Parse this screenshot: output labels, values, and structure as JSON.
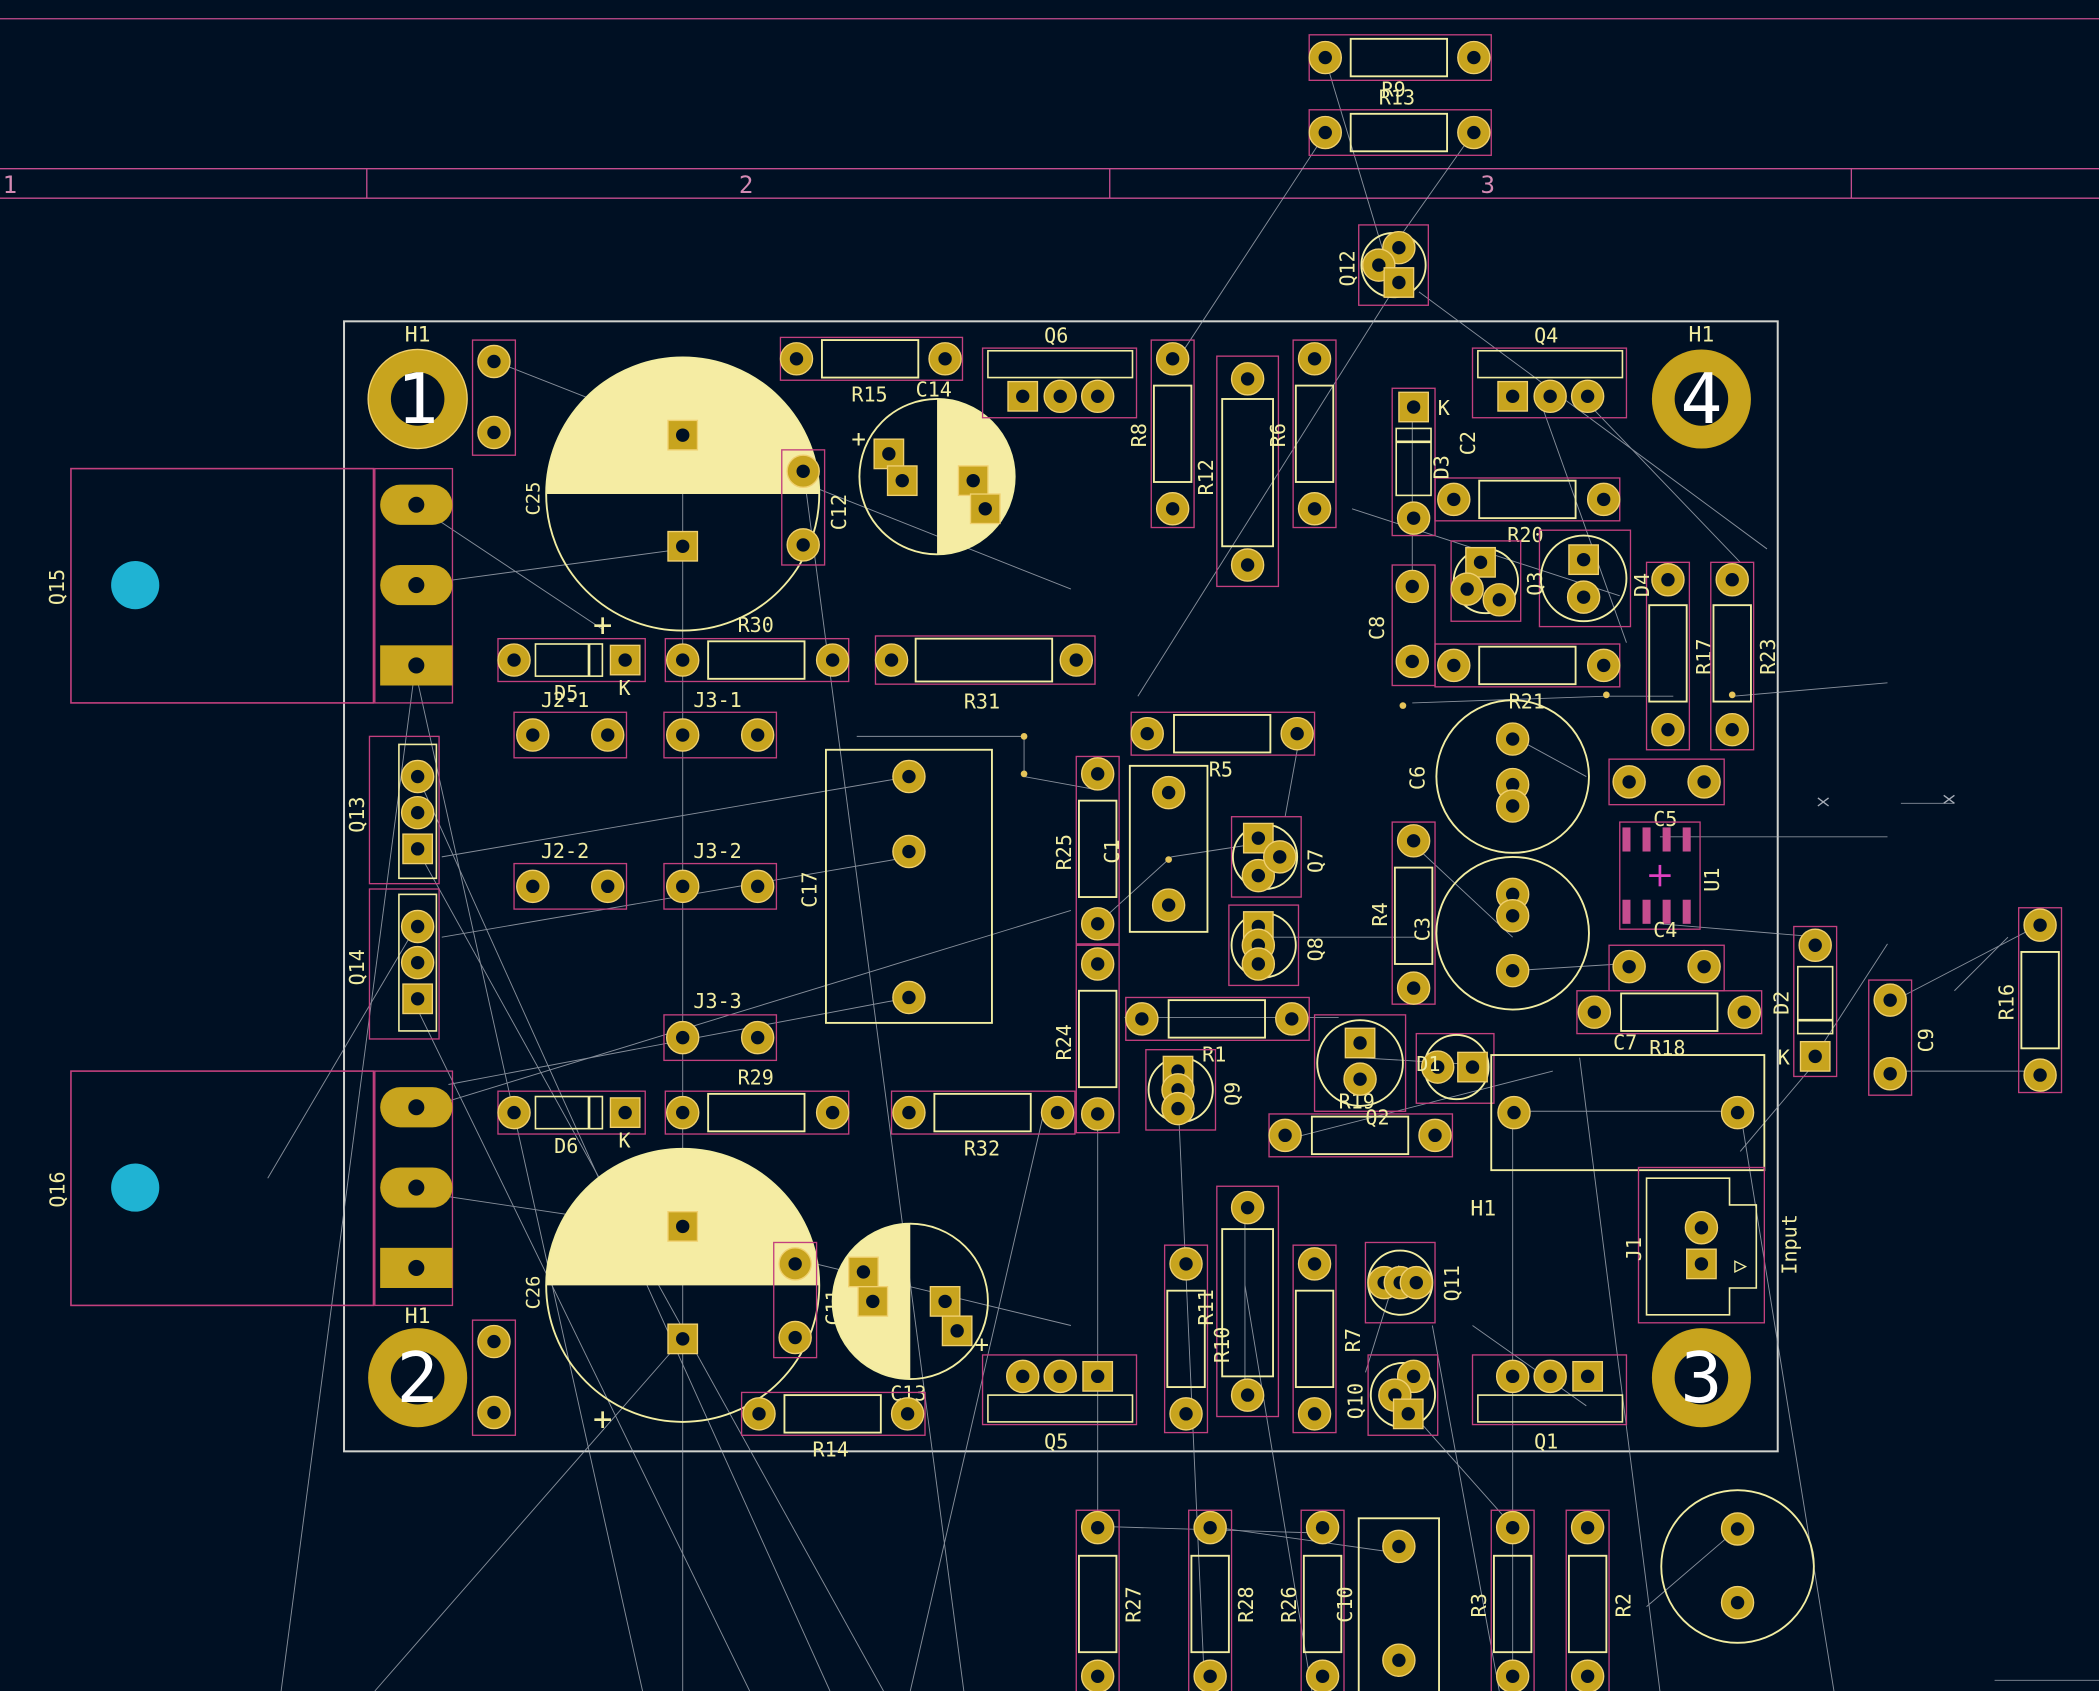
{
  "colors": {
    "background": "#001023",
    "silkscreen": "#f2eda1",
    "courtyard": "#c2407e",
    "board_edge": "#d0d2cd",
    "pad": "#c8a41e",
    "pad_ring": "#f0d070",
    "ratsnest": "#a8aeb8",
    "sheet_frame": "#c54d8f",
    "sheet_text": "#d48ab3",
    "marker": "#1fb3d3",
    "cap_fill": "#f5eca3"
  },
  "sheet_zones": [
    "1",
    "2",
    "3"
  ],
  "mounting_holes": [
    {
      "ref": "H1",
      "num": "1"
    },
    {
      "ref": "H1",
      "num": "2"
    },
    {
      "ref": "H1",
      "num": "3"
    },
    {
      "ref": "H1",
      "num": "4"
    }
  ],
  "labels": {
    "R9": "R9",
    "R13": "R13",
    "Q12": "Q12",
    "Q6": "Q6",
    "Q4": "Q4",
    "R15": "R15",
    "C14": "C14",
    "R8": "R8",
    "R12": "R12",
    "R6": "R6",
    "D3": "D3",
    "C2": "C2",
    "K_d3": "K",
    "R20": "R20",
    "Q3": "Q3",
    "D4": "D4",
    "C25": "C25",
    "C12": "C12",
    "Q15": "Q15",
    "R30": "R30",
    "D5": "D5",
    "K_d5": "K",
    "R31": "R31",
    "C8": "C8",
    "R21": "R21",
    "R17": "R17",
    "R23": "R23",
    "J2_1": "J2-1",
    "J3_1": "J3-1",
    "R5": "R5",
    "C6": "C6",
    "C5": "C5",
    "Q13": "Q13",
    "C17": "C17",
    "R25": "R25",
    "C1": "C1",
    "Q7": "Q7",
    "J2_2": "J2-2",
    "J3_2": "J3-2",
    "R4": "R4",
    "C3": "C3",
    "U1": "U1",
    "C4": "C4",
    "Q14": "Q14",
    "Q8": "Q8",
    "R16": "R16",
    "D2": "D2",
    "K_d2": "K",
    "C9": "C9",
    "J3_3": "J3-3",
    "R24": "R24",
    "R1": "R1",
    "C7": "C7",
    "R18": "R18",
    "R29": "R29",
    "R19": "R19",
    "Q2": "Q2",
    "D1": "D1",
    "Q9": "Q9",
    "Q16": "Q16",
    "D6": "D6",
    "K_d6": "K",
    "R32": "R32",
    "H1_mid": "H1",
    "J1": "J1",
    "Input": "Input",
    "C26": "C26",
    "C11": "C11",
    "C13": "C13",
    "R11": "R11",
    "R10": "R10",
    "R7": "R7",
    "Q11": "Q11",
    "Q10": "Q10",
    "R14": "R14",
    "Q5": "Q5",
    "Q1": "Q1",
    "R27": "R27",
    "R28": "R28",
    "R26": "R26",
    "C10": "C10",
    "R3": "R3",
    "R2": "R2"
  }
}
